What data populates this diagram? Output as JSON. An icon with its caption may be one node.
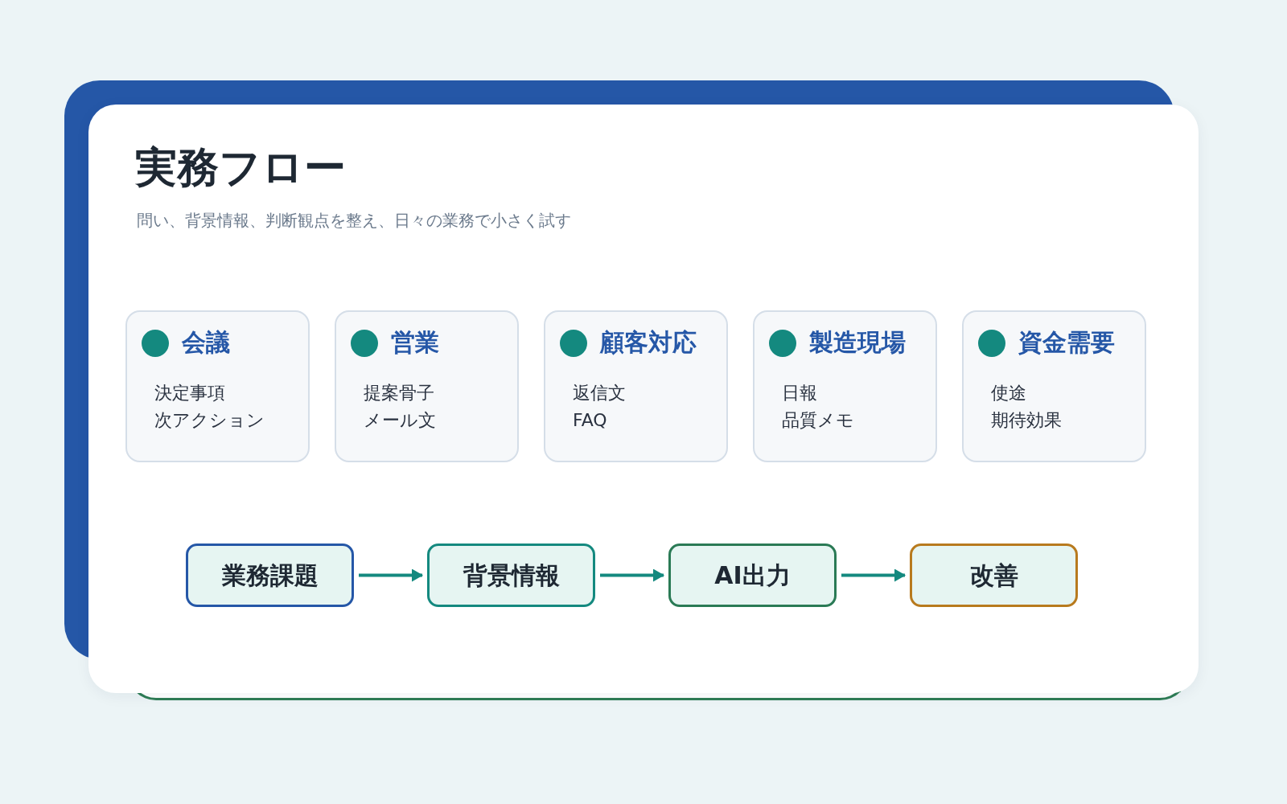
{
  "diagram": {
    "title": "実務フロー",
    "nodes": [
      {
        "text": [
          "会議",
          "決定事項",
          "次アクション"
        ]
      },
      {
        "text": [
          "営業",
          "提案骨子",
          "メール文"
        ]
      },
      {
        "text": [
          "顧客対応",
          "返信文",
          "FAQ"
        ]
      },
      {
        "text": [
          "製造現場",
          "日報",
          "品質メモ"
        ]
      },
      {
        "text": [
          "資金需要",
          "使途",
          "期待効果"
        ]
      },
      {
        "text": [
          "業務課題"
        ]
      },
      {
        "text": [
          "背景情報"
        ]
      },
      {
        "text": [
          "AI出力"
        ]
      },
      {
        "text": [
          "改善"
        ]
      }
    ],
    "edges": [
      {
        "from": 5,
        "to": 6,
        "arrow": "to"
      },
      {
        "from": 6,
        "to": 7,
        "arrow": "to"
      },
      {
        "from": 7,
        "to": 8,
        "arrow": "to"
      }
    ],
    "labels": [
      "問い、背景情報、判断観点を整え、日々の業務で小さく試す"
    ]
  }
}
